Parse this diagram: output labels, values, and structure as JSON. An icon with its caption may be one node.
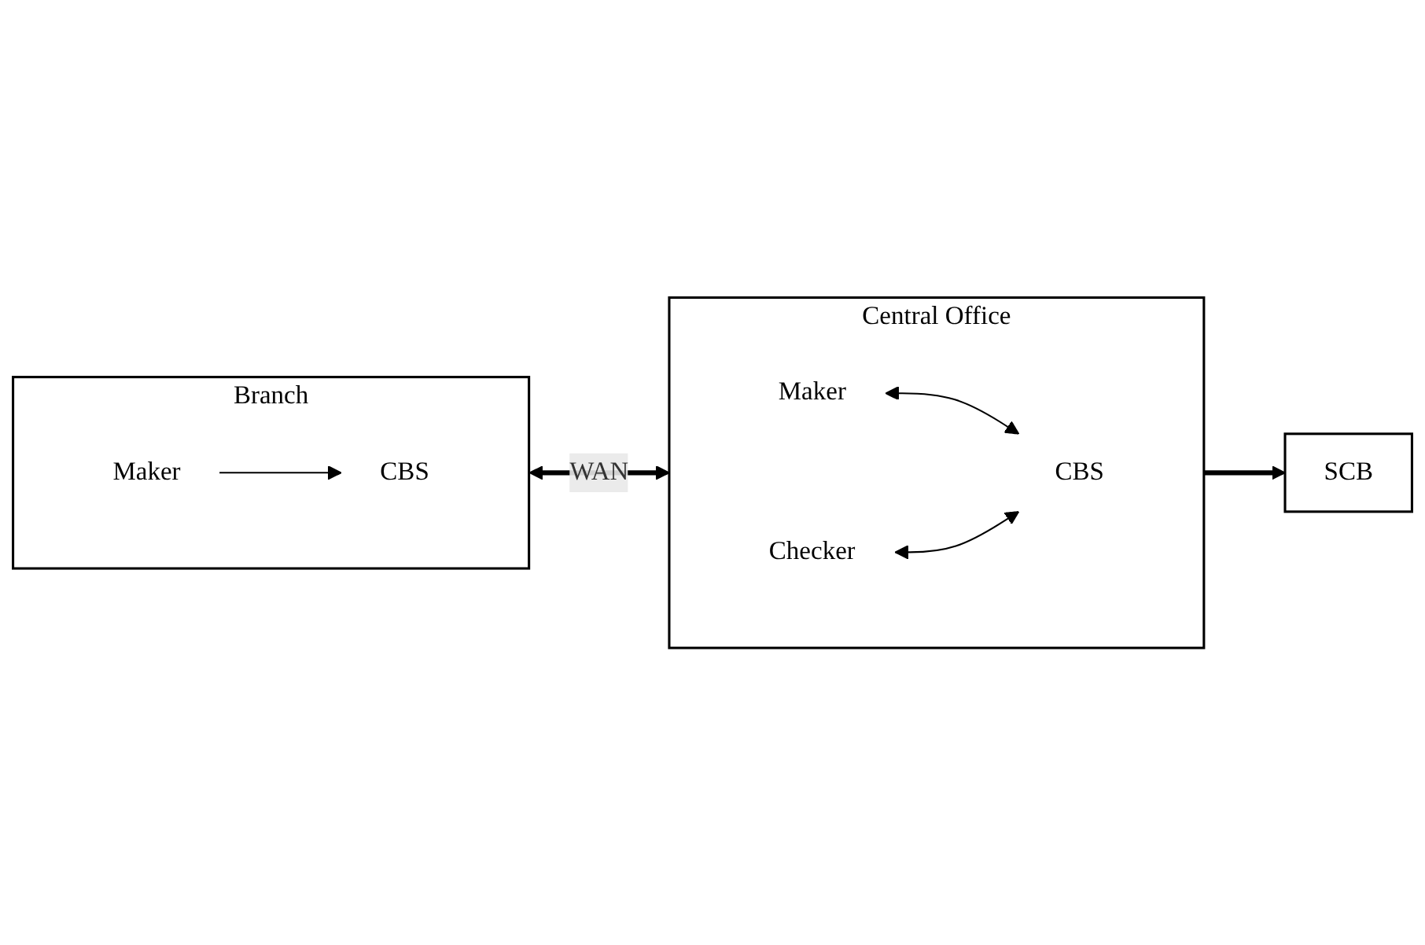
{
  "diagram": {
    "nodes": [
      {
        "text": [
          "Branch"
        ]
      },
      {
        "text": [
          "Maker"
        ],
        "in": 0
      },
      {
        "text": [
          "CBS"
        ],
        "in": 0
      },
      {
        "text": [
          "Central Office"
        ]
      },
      {
        "text": [
          "Maker"
        ],
        "in": 3
      },
      {
        "text": [
          "CBS"
        ],
        "in": 3
      },
      {
        "text": [
          "Checker"
        ],
        "in": 3
      },
      {
        "text": [
          "SCB"
        ]
      }
    ],
    "edges": [
      {
        "from": 1,
        "to": 2,
        "arrow": "to"
      },
      {
        "from": 0,
        "to": 3,
        "arrow": "both",
        "label": "WAN",
        "style": "thick"
      },
      {
        "from": 4,
        "to": 5,
        "arrow": "both"
      },
      {
        "from": 6,
        "to": 5,
        "arrow": "both"
      },
      {
        "from": 3,
        "to": 7,
        "arrow": "to",
        "style": "thick"
      }
    ]
  }
}
